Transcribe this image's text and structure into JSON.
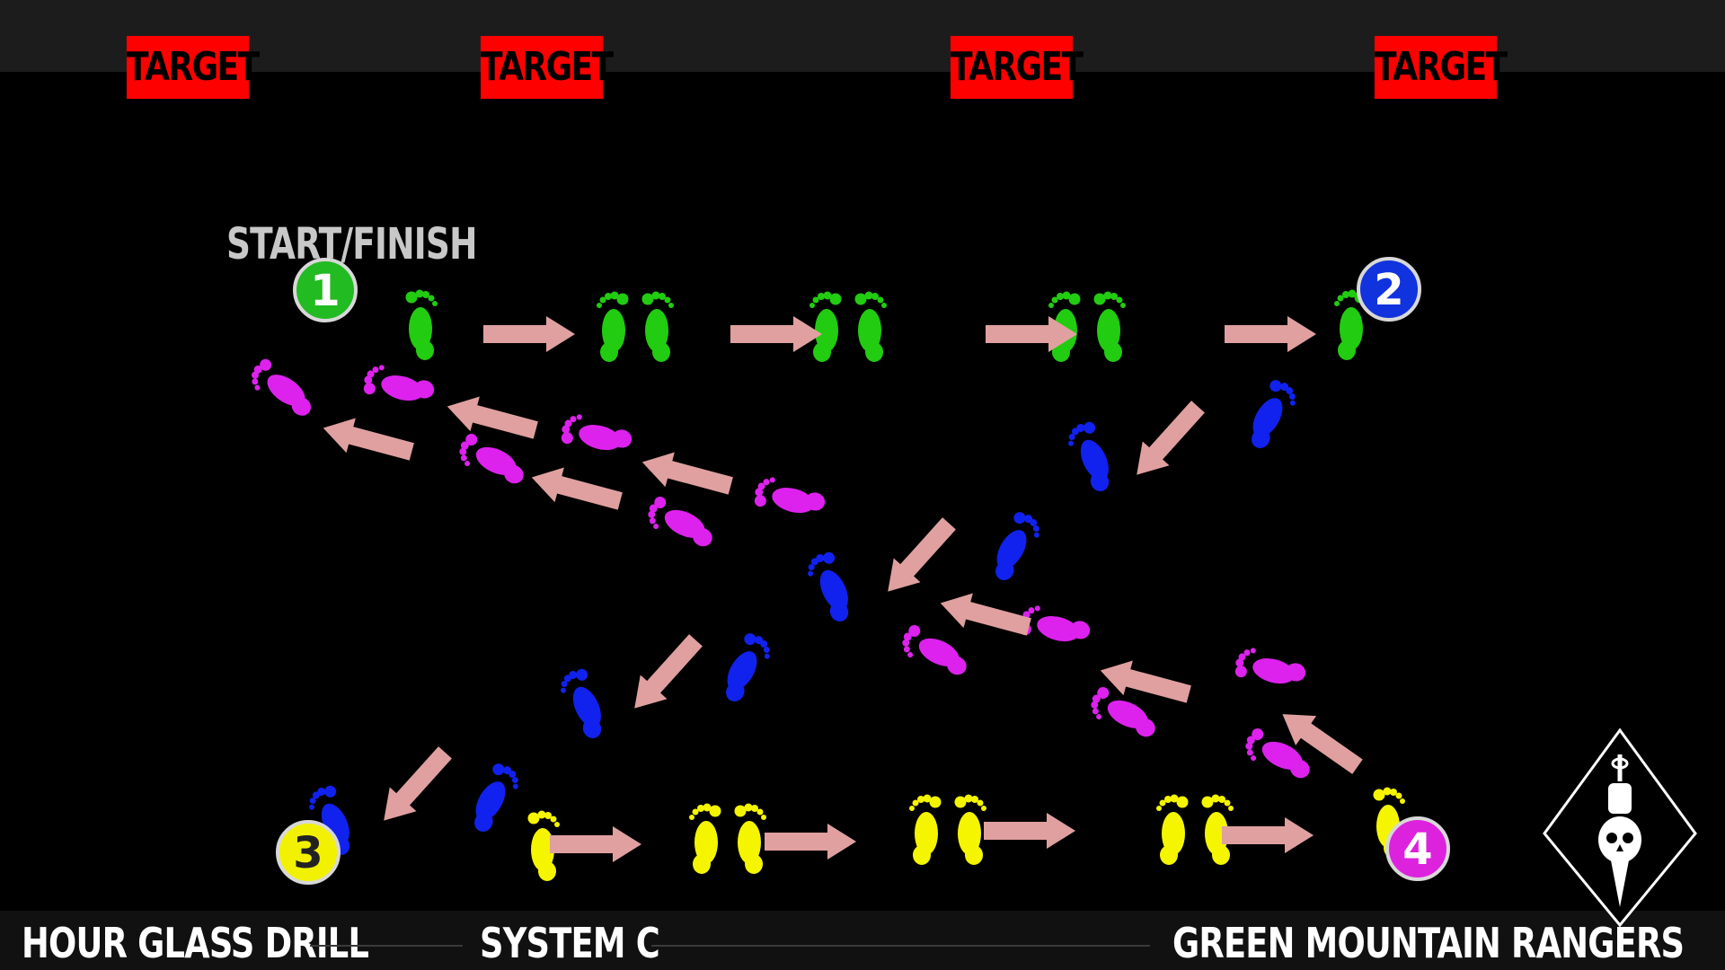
{
  "title": "HOUR GLASS DRILL",
  "system": "SYSTEM C",
  "unit": "GREEN MOUNTAIN RANGERS",
  "targets": [
    "TARGET",
    "TARGET",
    "TARGET",
    "TARGET"
  ],
  "start_label": "START/FINISH",
  "waypoints": [
    {
      "label": "1",
      "color": "#22bb22"
    },
    {
      "label": "2",
      "color": "#1133dd"
    },
    {
      "label": "3",
      "color": "#f2f200"
    },
    {
      "label": "4",
      "color": "#dd22dd"
    }
  ],
  "colors": {
    "green": "#22cc11",
    "blue": "#1122ee",
    "yellow": "#f5f500",
    "magenta": "#dd22ee",
    "arrow": "#e0a0a0",
    "target": "#ff0000"
  },
  "logo_icon": "skull-dagger-diamond-icon"
}
